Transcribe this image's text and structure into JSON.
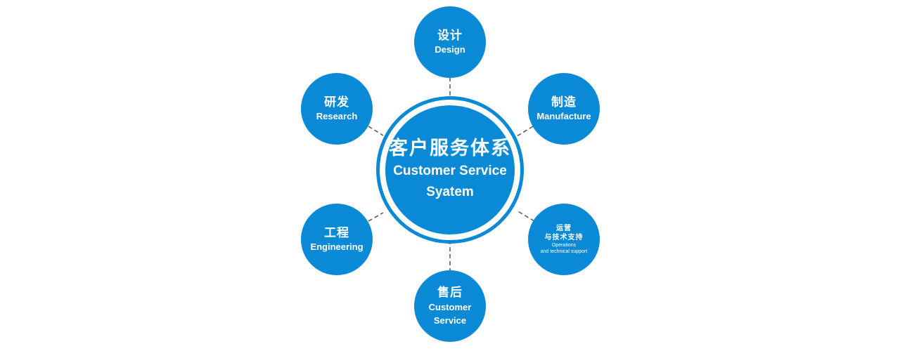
{
  "center": {
    "zh": "客户服务体系",
    "en_line1": "Customer Service",
    "en_line2": "Syatem"
  },
  "nodes": {
    "design": {
      "zh": "设计",
      "en": "Design"
    },
    "manufacture": {
      "zh": "制造",
      "en": "Manufacture"
    },
    "operations": {
      "zh_line1": "运营",
      "zh_line2": "与技术支持",
      "en_line1": "Operations",
      "en_line2": "and technical support"
    },
    "after_sales": {
      "zh": "售后",
      "en_line1": "Customer",
      "en_line2": "Service"
    },
    "engineering": {
      "zh": "工程",
      "en": "Engineering"
    },
    "research": {
      "zh": "研发",
      "en": "Research"
    }
  },
  "colors": {
    "node_fill": "#0a8ad6",
    "text": "#ffffff",
    "connector": "#555555",
    "background": "#ffffff"
  }
}
